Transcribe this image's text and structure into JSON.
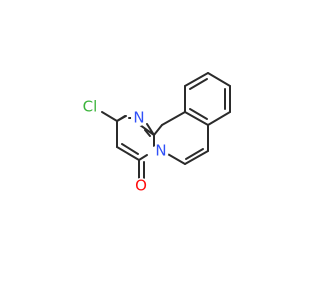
{
  "molecule": {
    "atoms": {
      "chlorine": {
        "label": "Cl",
        "color": "#3cb43c"
      },
      "nitrogen_imine": {
        "label": "N",
        "color": "#3050f8"
      },
      "nitrogen_bridge": {
        "label": "N",
        "color": "#3050f8"
      },
      "oxygen": {
        "label": "O",
        "color": "#ff0d0d"
      }
    },
    "bond_color": "#2b2b2b"
  }
}
